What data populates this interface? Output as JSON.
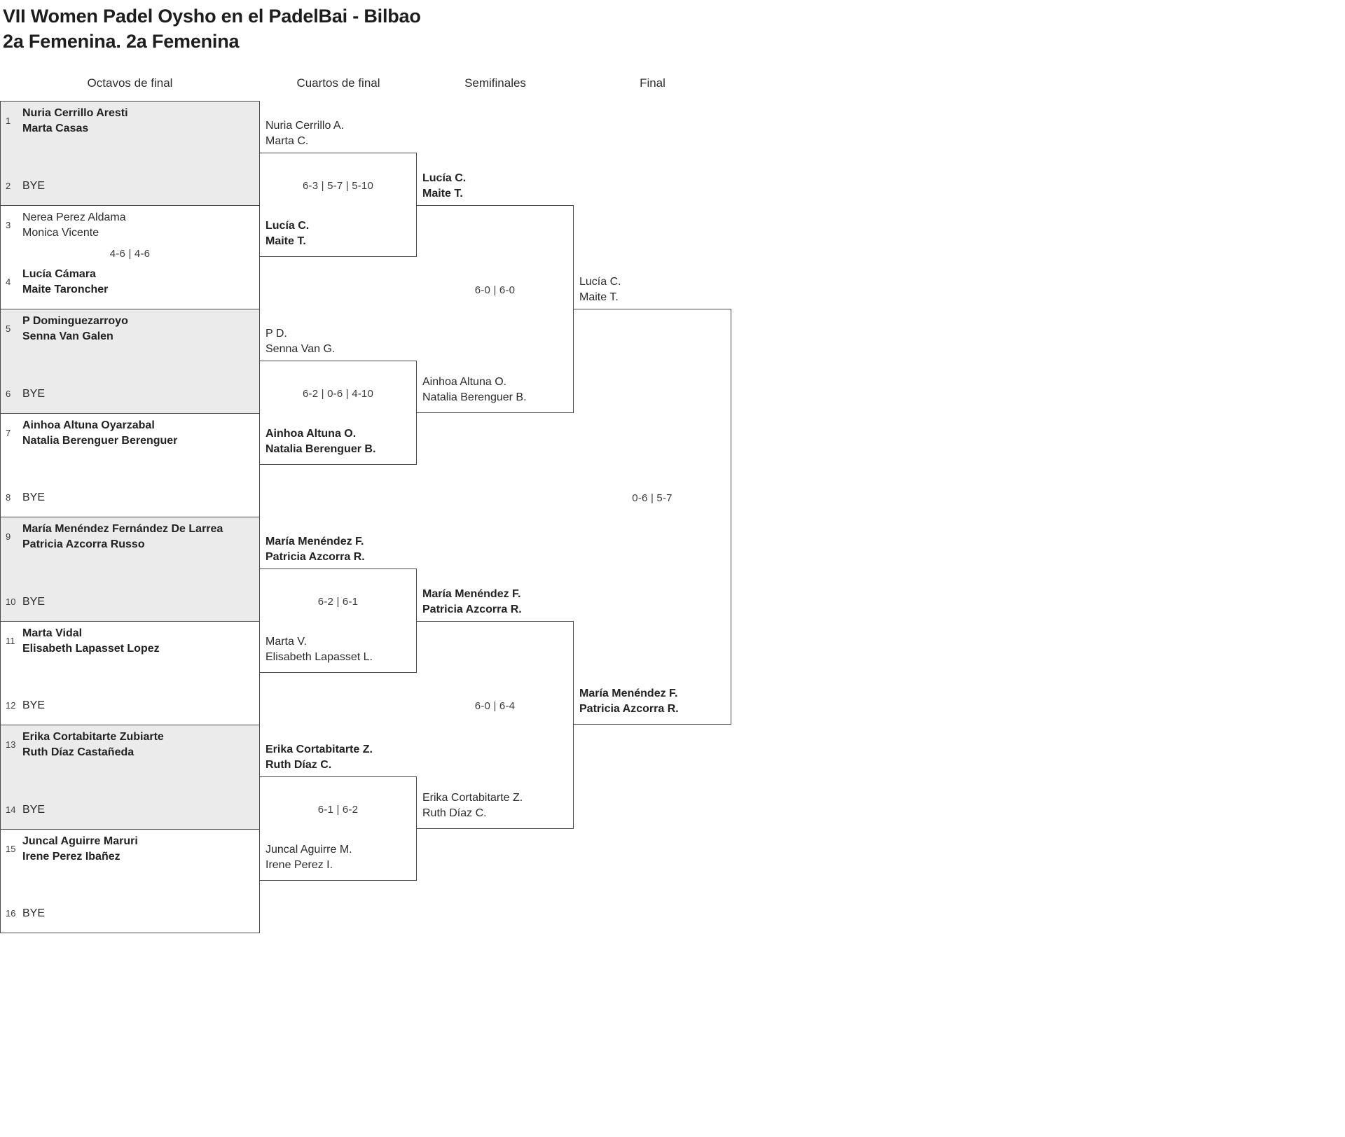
{
  "page": {
    "title": "VII Women Padel Oysho en el PadelBai - Bilbao",
    "subtitle": "2a Femenina. 2a Femenina"
  },
  "round_headers": [
    "Octavos de final",
    "Cuartos de final",
    "Semifinales",
    "Final"
  ],
  "bye_label": "BYE",
  "octavos": [
    {
      "seed_top": "1",
      "top": [
        "Nuria Cerrillo Aresti",
        "Marta Casas"
      ],
      "score": "",
      "seed_bottom": "2",
      "bottom": [
        "BYE"
      ]
    },
    {
      "seed_top": "3",
      "top": [
        "Nerea Perez Aldama",
        "Monica Vicente"
      ],
      "score": "4-6 | 4-6",
      "seed_bottom": "4",
      "bottom": [
        "Lucía Cámara",
        "Maite Taroncher"
      ]
    },
    {
      "seed_top": "5",
      "top": [
        "P Dominguezarroyo",
        "Senna Van Galen"
      ],
      "score": "",
      "seed_bottom": "6",
      "bottom": [
        "BYE"
      ]
    },
    {
      "seed_top": "7",
      "top": [
        "Ainhoa Altuna Oyarzabal",
        "Natalia Berenguer Berenguer"
      ],
      "score": "",
      "seed_bottom": "8",
      "bottom": [
        "BYE"
      ]
    },
    {
      "seed_top": "9",
      "top": [
        "María Menéndez Fernández De Larrea",
        "Patricia Azcorra Russo"
      ],
      "score": "",
      "seed_bottom": "10",
      "bottom": [
        "BYE"
      ]
    },
    {
      "seed_top": "11",
      "top": [
        "Marta Vidal",
        "Elisabeth Lapasset Lopez"
      ],
      "score": "",
      "seed_bottom": "12",
      "bottom": [
        "BYE"
      ]
    },
    {
      "seed_top": "13",
      "top": [
        "Erika Cortabitarte Zubiarte",
        "Ruth Díaz Castañeda"
      ],
      "score": "",
      "seed_bottom": "14",
      "bottom": [
        "BYE"
      ]
    },
    {
      "seed_top": "15",
      "top": [
        "Juncal Aguirre Maruri",
        "Irene Perez Ibañez"
      ],
      "score": "",
      "seed_bottom": "16",
      "bottom": [
        "BYE"
      ]
    }
  ],
  "cuartos": [
    {
      "top": [
        "Nuria Cerrillo A.",
        "Marta C."
      ],
      "score": "6-3 | 5-7 | 5-10",
      "bottom": [
        "Lucía C.",
        "Maite T."
      ]
    },
    {
      "top": [
        "P D.",
        "Senna Van G."
      ],
      "score": "6-2 | 0-6 | 4-10",
      "bottom": [
        "Ainhoa Altuna O.",
        "Natalia Berenguer B."
      ]
    },
    {
      "top": [
        "María Menéndez F.",
        "Patricia Azcorra R."
      ],
      "score": "6-2 | 6-1",
      "bottom": [
        "Marta V.",
        "Elisabeth Lapasset L."
      ]
    },
    {
      "top": [
        "Erika Cortabitarte Z.",
        "Ruth Díaz C."
      ],
      "score": "6-1 | 6-2",
      "bottom": [
        "Juncal Aguirre M.",
        "Irene Perez I."
      ]
    }
  ],
  "semifinales": [
    {
      "top": [
        "Lucía C.",
        "Maite T."
      ],
      "score": "6-0 | 6-0",
      "bottom": [
        "Ainhoa Altuna O.",
        "Natalia Berenguer B."
      ]
    },
    {
      "top": [
        "María Menéndez F.",
        "Patricia Azcorra R."
      ],
      "score": "6-0 | 6-4",
      "bottom": [
        "Erika Cortabitarte Z.",
        "Ruth Díaz C."
      ]
    }
  ],
  "final": {
    "top": [
      "Lucía C.",
      "Maite T."
    ],
    "score": "0-6 | 5-7",
    "bottom": [
      "María Menéndez F.",
      "Patricia Azcorra R."
    ]
  }
}
